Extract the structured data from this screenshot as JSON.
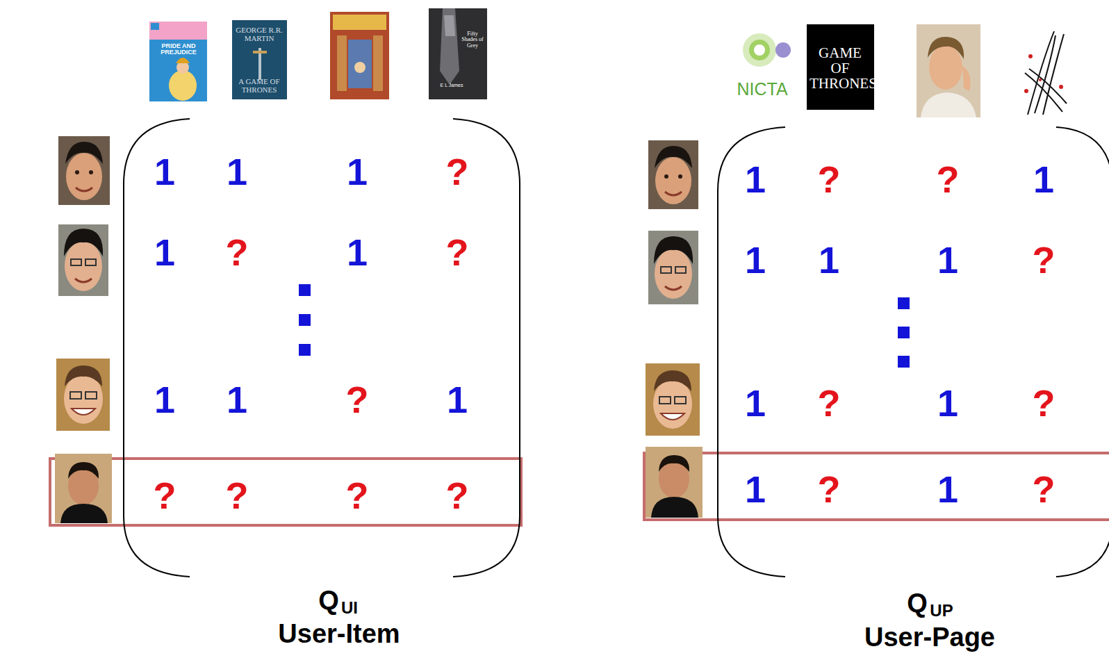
{
  "diagram": {
    "labels": [
      "1",
      "1",
      "1",
      "?",
      "1",
      "?",
      "1",
      "?",
      "1",
      "1",
      "?",
      "1",
      "?",
      "?",
      "?",
      "?",
      "Q",
      "UI",
      "User-Item",
      "1",
      "?",
      "?",
      "1",
      "1",
      "1",
      "1",
      "?",
      "1",
      "?",
      "1",
      "?",
      "1",
      "?",
      "1",
      "?",
      "Q",
      "UP",
      "User-Page",
      "PRIDE AND PREJUDICE",
      "GEORGE R.R. MARTIN",
      "A GAME OF THRONES",
      "Fifty Shades of Grey",
      "E L James",
      "NICTA",
      "GAME OF THRONES"
    ]
  }
}
